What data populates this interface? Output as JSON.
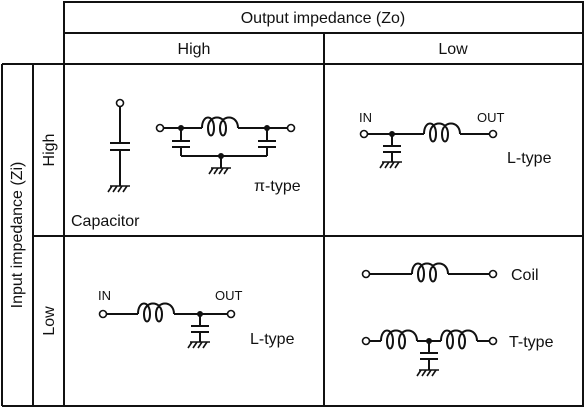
{
  "headers": {
    "output": "Output impedance (Zo)",
    "high": "High",
    "low": "Low",
    "input": "Input impedance (Zi)",
    "row_high": "High",
    "row_low": "Low"
  },
  "cells": {
    "capacitor": "Capacitor",
    "pi_type": "π-type",
    "l_type_top": "L-type",
    "in_top": "IN",
    "out_top": "OUT",
    "in_bottom": "IN",
    "out_bottom": "OUT",
    "l_type_bottom": "L-type",
    "coil": "Coil",
    "t_type": "T-type"
  }
}
